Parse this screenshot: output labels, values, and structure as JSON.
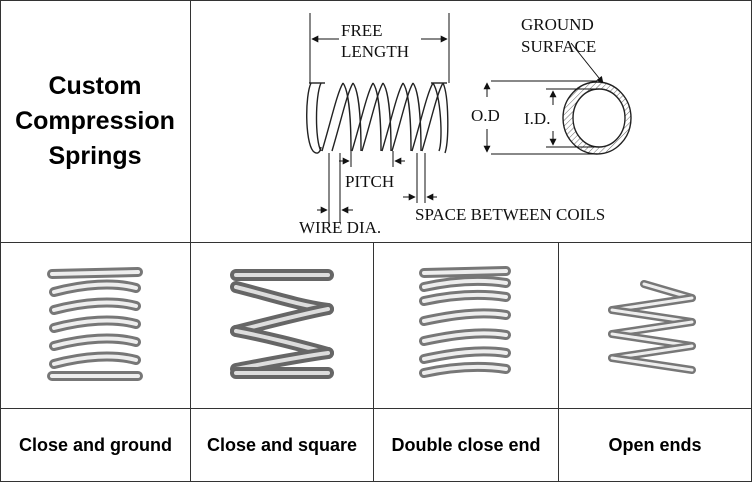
{
  "title": {
    "line1": "Custom",
    "line2": "Compression",
    "line3": "Springs"
  },
  "diagram": {
    "free_length_1": "FREE",
    "free_length_2": "LENGTH",
    "pitch": "PITCH",
    "wire_dia": "WIRE DIA.",
    "space_between_coils": "SPACE BETWEEN COILS",
    "ground_surface_1": "GROUND",
    "ground_surface_2": "SURFACE",
    "od": "O.D",
    "id": "I.D."
  },
  "end_types": [
    {
      "label": "Close and ground",
      "image": "spring-close-ground"
    },
    {
      "label": "Close and square",
      "image": "spring-close-square"
    },
    {
      "label": "Double close end",
      "image": "spring-double-close"
    },
    {
      "label": "Open ends",
      "image": "spring-open-ends"
    }
  ],
  "colors": {
    "border": "#333333",
    "text": "#000000",
    "spring": "#9a9a9a"
  }
}
